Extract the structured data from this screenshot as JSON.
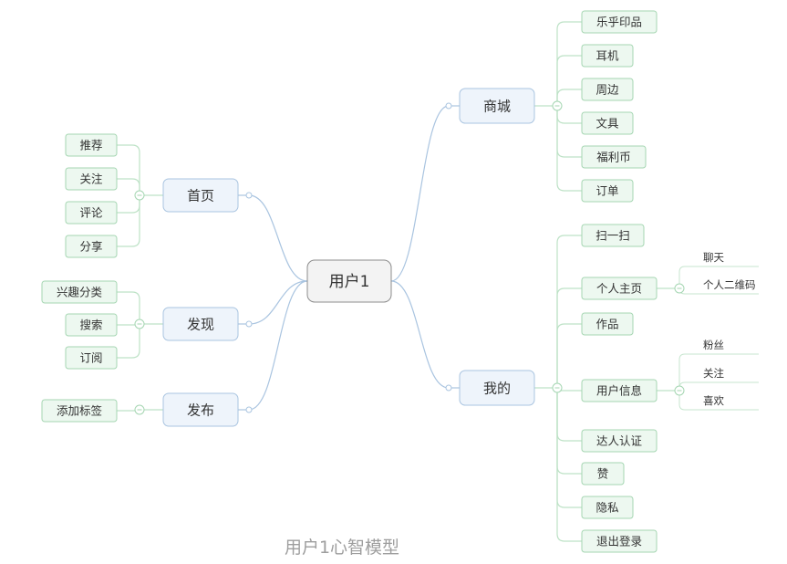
{
  "central": {
    "label": "用户1"
  },
  "caption": "用户1心智模型",
  "colors": {
    "main_border": "#a9c4e0",
    "sub_border": "#a5d6b2",
    "central_border": "#8c8c8c",
    "caption": "#9e9e9e"
  },
  "left_branches": [
    {
      "label": "首页",
      "children": [
        {
          "label": "推荐"
        },
        {
          "label": "关注"
        },
        {
          "label": "评论"
        },
        {
          "label": "分享"
        }
      ]
    },
    {
      "label": "发现",
      "children": [
        {
          "label": "兴趣分类"
        },
        {
          "label": "搜索"
        },
        {
          "label": "订阅"
        }
      ]
    },
    {
      "label": "发布",
      "children": [
        {
          "label": "添加标签"
        }
      ]
    }
  ],
  "right_branches": [
    {
      "label": "商城",
      "children": [
        {
          "label": "乐乎印品"
        },
        {
          "label": "耳机"
        },
        {
          "label": "周边"
        },
        {
          "label": "文具"
        },
        {
          "label": "福利币"
        },
        {
          "label": "订单"
        }
      ]
    },
    {
      "label": "我的",
      "children": [
        {
          "label": "扫一扫"
        },
        {
          "label": "个人主页",
          "children": [
            {
              "label": "聊天"
            },
            {
              "label": "个人二维码"
            }
          ]
        },
        {
          "label": "作品"
        },
        {
          "label": "用户信息",
          "children": [
            {
              "label": "粉丝"
            },
            {
              "label": "关注"
            },
            {
              "label": "喜欢"
            }
          ]
        },
        {
          "label": "达人认证"
        },
        {
          "label": "赞"
        },
        {
          "label": "隐私"
        },
        {
          "label": "退出登录"
        }
      ]
    }
  ]
}
